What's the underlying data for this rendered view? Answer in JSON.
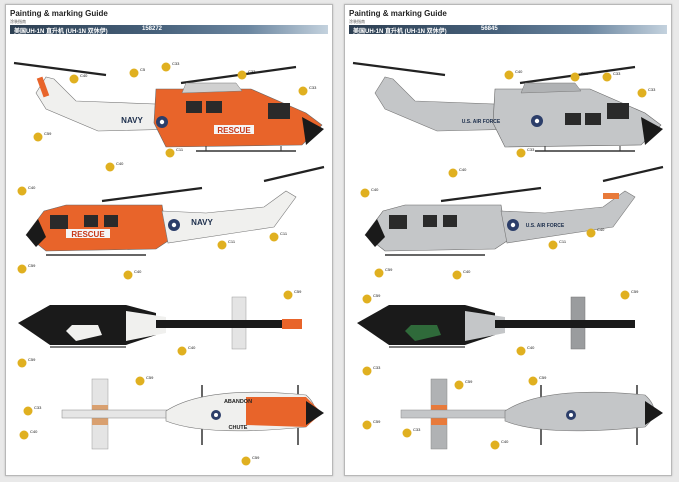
{
  "left_sheet": {
    "title": "Painting & marking Guide",
    "subtitle": "涂装指南",
    "bar_title": "美国UH-1N 直升机 (UH-1N 双休伊)",
    "product_code": "158272",
    "fuselage_text": "NAVY",
    "door_text": "RESCUE",
    "top_text_1": "ABANDON",
    "top_text_2": "CHUTE",
    "callout_codes": [
      "C40",
      "C59",
      "C5",
      "C33",
      "C11",
      "C33",
      "C33",
      "C40",
      "C40",
      "C59",
      "C11",
      "C11",
      "C40",
      "C59",
      "C40",
      "C59",
      "C33",
      "C40",
      "C59",
      "C59"
    ],
    "colors": {
      "fuselage": "#f0f0ee",
      "orange": "#e8642a",
      "black": "#1a1a1a"
    }
  },
  "right_sheet": {
    "title": "Painting & marking Guide",
    "subtitle": "涂装指南",
    "bar_title": "美国UH-1N 直升机 (UH-1N 双休伊)",
    "product_code": "56845",
    "fuselage_text": "U.S. AIR FORCE",
    "callout_codes": [
      "C40",
      "C33",
      "C11",
      "C33",
      "C33",
      "C40",
      "C40",
      "C59",
      "C11",
      "C40",
      "C59",
      "C40",
      "C59",
      "C33",
      "C40",
      "C59",
      "C33",
      "C40",
      "C59",
      "C59"
    ],
    "colors": {
      "fuselage": "#c4c6c8",
      "black": "#1a1a1a",
      "orange": "#e87a3a"
    }
  }
}
